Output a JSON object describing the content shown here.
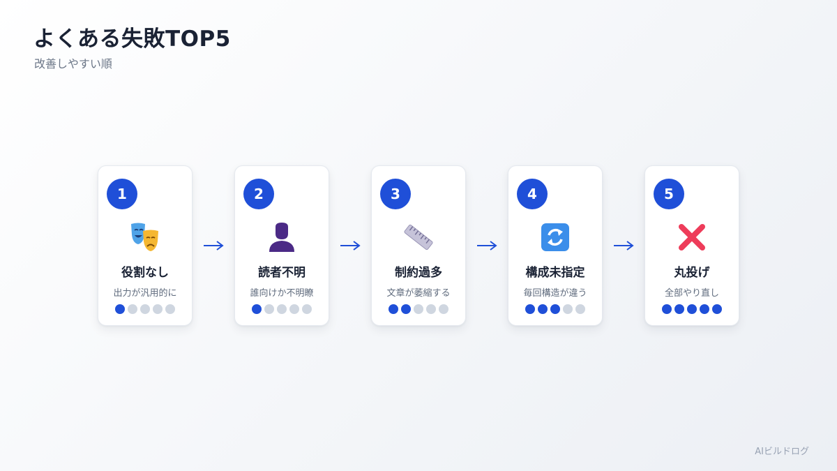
{
  "header": {
    "title": "よくある失敗TOP5",
    "subtitle": "改善しやすい順"
  },
  "steps": [
    {
      "number": "1",
      "title": "役割なし",
      "desc": "出力が汎用的に",
      "icon": "theater-masks-icon",
      "level": 1,
      "max_level": 5
    },
    {
      "number": "2",
      "title": "読者不明",
      "desc": "誰向けか不明瞭",
      "icon": "person-silhouette-icon",
      "level": 1,
      "max_level": 5
    },
    {
      "number": "3",
      "title": "制約過多",
      "desc": "文章が萎縮する",
      "icon": "ruler-icon",
      "level": 2,
      "max_level": 5
    },
    {
      "number": "4",
      "title": "構成未指定",
      "desc": "毎回構造が違う",
      "icon": "refresh-arrows-icon",
      "level": 3,
      "max_level": 5
    },
    {
      "number": "5",
      "title": "丸投げ",
      "desc": "全部やり直し",
      "icon": "cross-mark-icon",
      "level": 5,
      "max_level": 5
    }
  ],
  "colors": {
    "accent": "#1f4fd8",
    "dot_inactive": "#cfd6e0",
    "title": "#1a2234",
    "muted": "#6b7687"
  },
  "footer": {
    "watermark": "AIビルドログ"
  }
}
